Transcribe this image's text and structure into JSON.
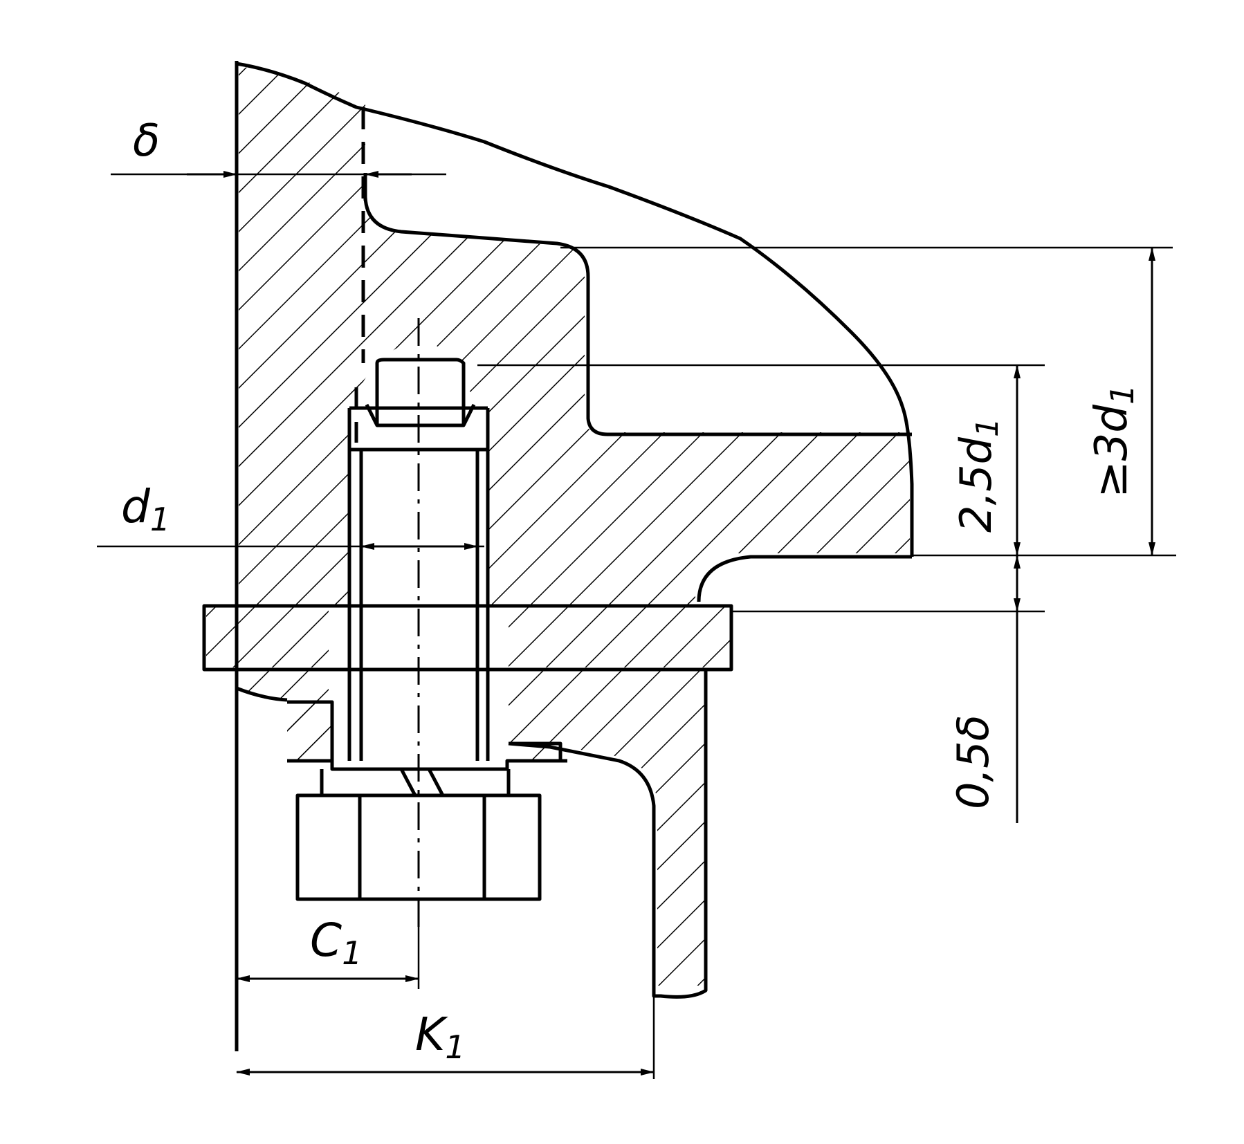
{
  "labels": {
    "delta": "δ",
    "d1": "d",
    "d1_sub": "1",
    "c1": "C",
    "c1_sub": "1",
    "k1": "K",
    "k1_sub": "1",
    "dim_2_5d1": "2,5d",
    "dim_2_5d1_sub": "1",
    "dim_3d1": "≥3d",
    "dim_3d1_sub": "1",
    "dim_0_5delta": "0,5δ"
  },
  "colors": {
    "ink": "#000000",
    "paper": "#ffffff"
  }
}
